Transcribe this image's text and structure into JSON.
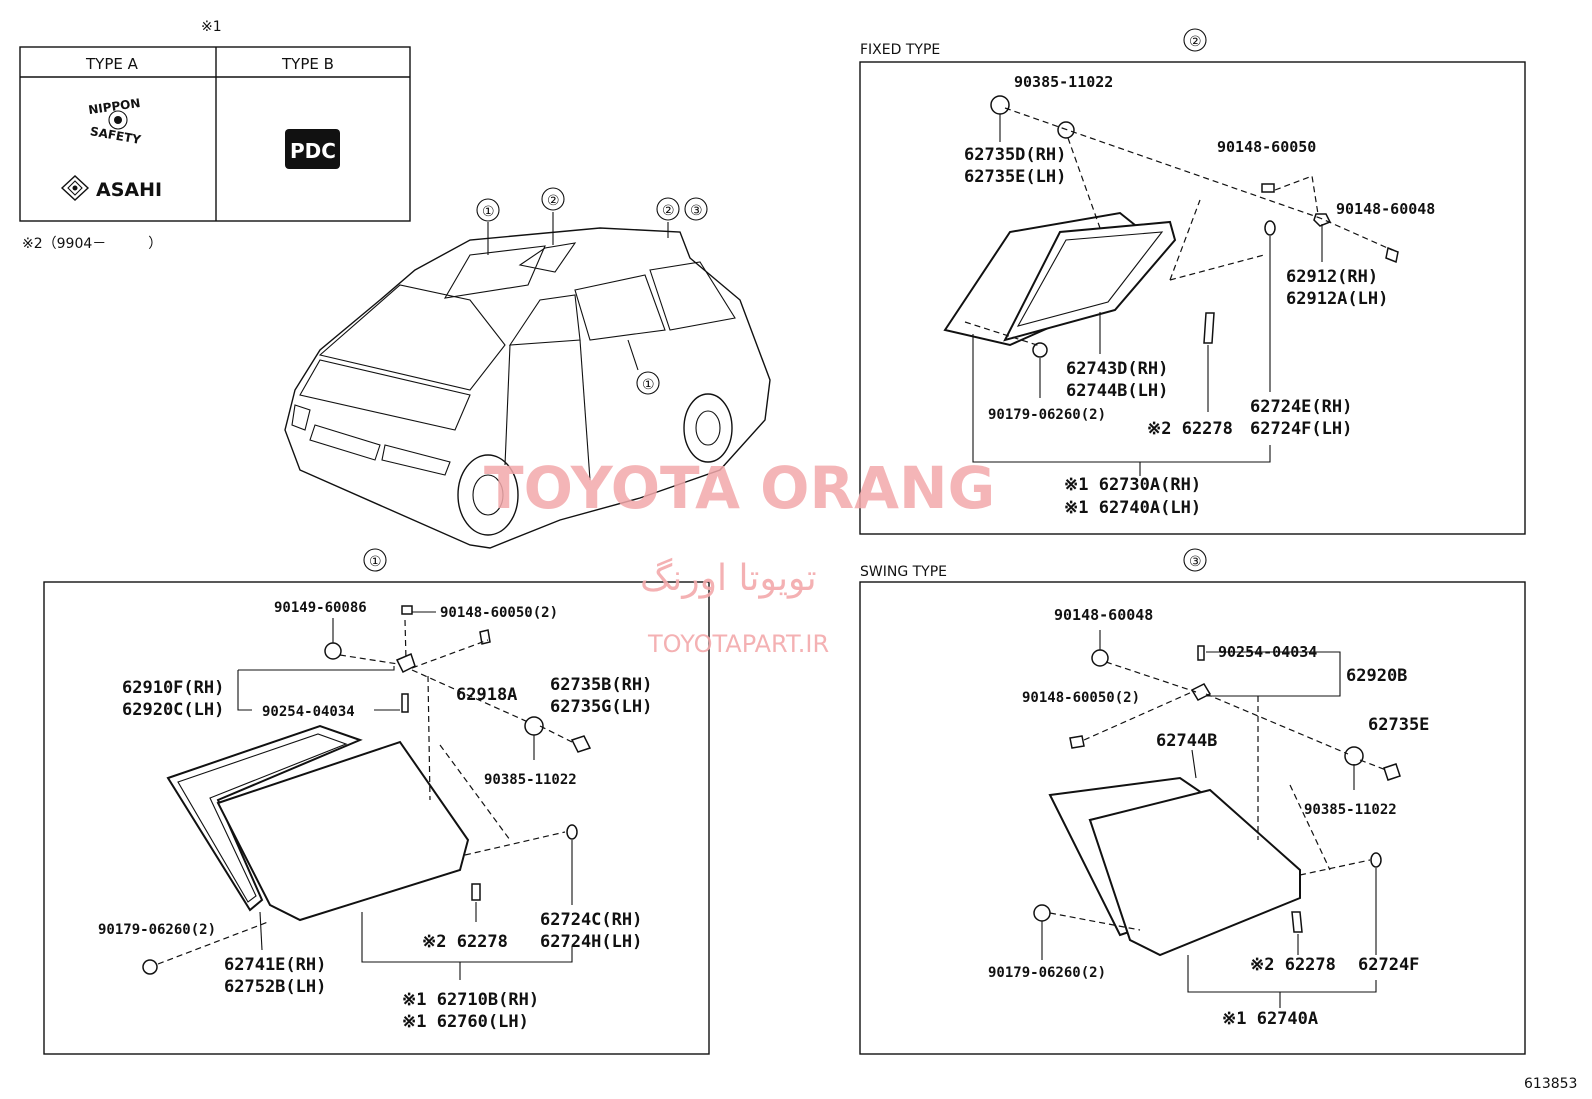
{
  "legend": {
    "note1": "※1",
    "type_a": "TYPE A",
    "type_b": "TYPE B",
    "nippon_logo_text": "NIPPON SAFETY",
    "asahi_logo_text": "ASAHI",
    "pdc_logo_text": "PDC",
    "note2": "※2（9904－　　　）"
  },
  "overview": {
    "callouts": [
      "①",
      "②",
      "②",
      "③",
      "①"
    ]
  },
  "watermark": {
    "title": "TOYOTA ORANG",
    "persian": "تویوتا اورنگ",
    "site": "TOYOTAPART.IR"
  },
  "panel_fixed": {
    "heading": "FIXED TYPE",
    "number": "②",
    "labels": {
      "p1": "90385-11022",
      "p2a": "62735D(RH)",
      "p2b": "62735E(LH)",
      "p3": "90148-60050",
      "p4": "90148-60048",
      "p5a": "62912(RH)",
      "p5b": "62912A(LH)",
      "p6a": "62743D(RH)",
      "p6b": "62744B(LH)",
      "p7": "90179-06260(2)",
      "p8": "※2 62278",
      "p9a": "62724E(RH)",
      "p9b": "62724F(LH)",
      "p10a": "※1 62730A(RH)",
      "p10b": "※1 62740A(LH)"
    }
  },
  "panel_one": {
    "number": "①",
    "labels": {
      "p1": "90149-60086",
      "p2": "90148-60050(2)",
      "p3a": "62910F(RH)",
      "p3b": "62920C(LH)",
      "p4": "62918A",
      "p5a": "62735B(RH)",
      "p5b": "62735G(LH)",
      "p6": "90254-04034",
      "p7": "90385-11022",
      "p8": "90179-06260(2)",
      "p9a": "62741E(RH)",
      "p9b": "62752B(LH)",
      "p10": "※2 62278",
      "p11a": "62724C(RH)",
      "p11b": "62724H(LH)",
      "p12a": "※1 62710B(RH)",
      "p12b": "※1 62760(LH)"
    }
  },
  "panel_swing": {
    "heading": "SWING TYPE",
    "number": "③",
    "labels": {
      "p1": "90148-60048",
      "p2": "90254-04034",
      "p3": "62920B",
      "p4": "90148-60050(2)",
      "p5": "62744B",
      "p6": "62735E",
      "p7": "90385-11022",
      "p8": "90179-06260(2)",
      "p9": "※2 62278",
      "p10": "62724F",
      "p11": "※1 62740A"
    }
  },
  "figure_id": "613853"
}
